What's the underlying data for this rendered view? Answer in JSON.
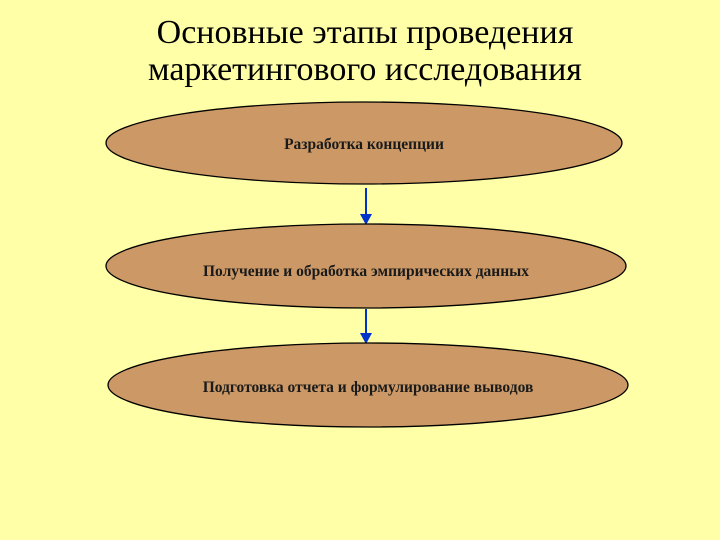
{
  "title": {
    "line1": "Основные этапы проведения",
    "line2": "маркетингового исследования"
  },
  "stages": [
    {
      "label": "Разработка концепции"
    },
    {
      "label": "Получение и обработка эмпирических данных"
    },
    {
      "label": "Подготовка отчета и формулирование выводов"
    }
  ],
  "colors": {
    "background": "#FFFFA8",
    "ellipse_fill": "#CC9966",
    "ellipse_stroke": "#000000",
    "arrow": "#0033CC"
  }
}
